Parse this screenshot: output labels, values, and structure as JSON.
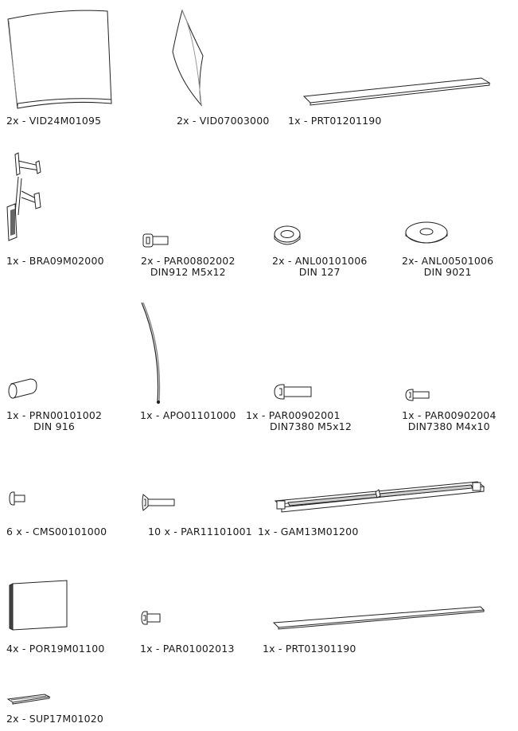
{
  "parts": [
    {
      "id": "vid24",
      "code": "2x - VID24M01095"
    },
    {
      "id": "vid07",
      "code": "2x - VID07003000"
    },
    {
      "id": "prt012",
      "code": "1x - PRT01201190"
    },
    {
      "id": "bra09",
      "code": "1x - BRA09M02000"
    },
    {
      "id": "par008",
      "code": "2x - PAR00802002",
      "spec": "DIN912 M5x12"
    },
    {
      "id": "anl001",
      "code": "2x - ANL00101006",
      "spec": "DIN 127"
    },
    {
      "id": "anl005",
      "code": "2x- ANL00501006",
      "spec": "DIN 9021"
    },
    {
      "id": "prn001",
      "code": "1x - PRN00101002",
      "spec": "DIN 916"
    },
    {
      "id": "apo011",
      "code": "1x - APO01101000"
    },
    {
      "id": "par0092001",
      "code": "1x - PAR00902001",
      "spec": "DIN7380 M5x12"
    },
    {
      "id": "par0092004",
      "code": "1x - PAR00902004",
      "spec": "DIN7380 M4x10"
    },
    {
      "id": "cms001",
      "code": "6 x - CMS00101000"
    },
    {
      "id": "par111",
      "code": "10 x - PAR11101001"
    },
    {
      "id": "gam13",
      "code": "1x - GAM13M01200"
    },
    {
      "id": "por19",
      "code": "4x - POR19M01100"
    },
    {
      "id": "par010",
      "code": "1x - PAR01002013"
    },
    {
      "id": "prt013",
      "code": "1x - PRT01301190"
    },
    {
      "id": "sup17",
      "code": "2x - SUP17M01020"
    }
  ]
}
